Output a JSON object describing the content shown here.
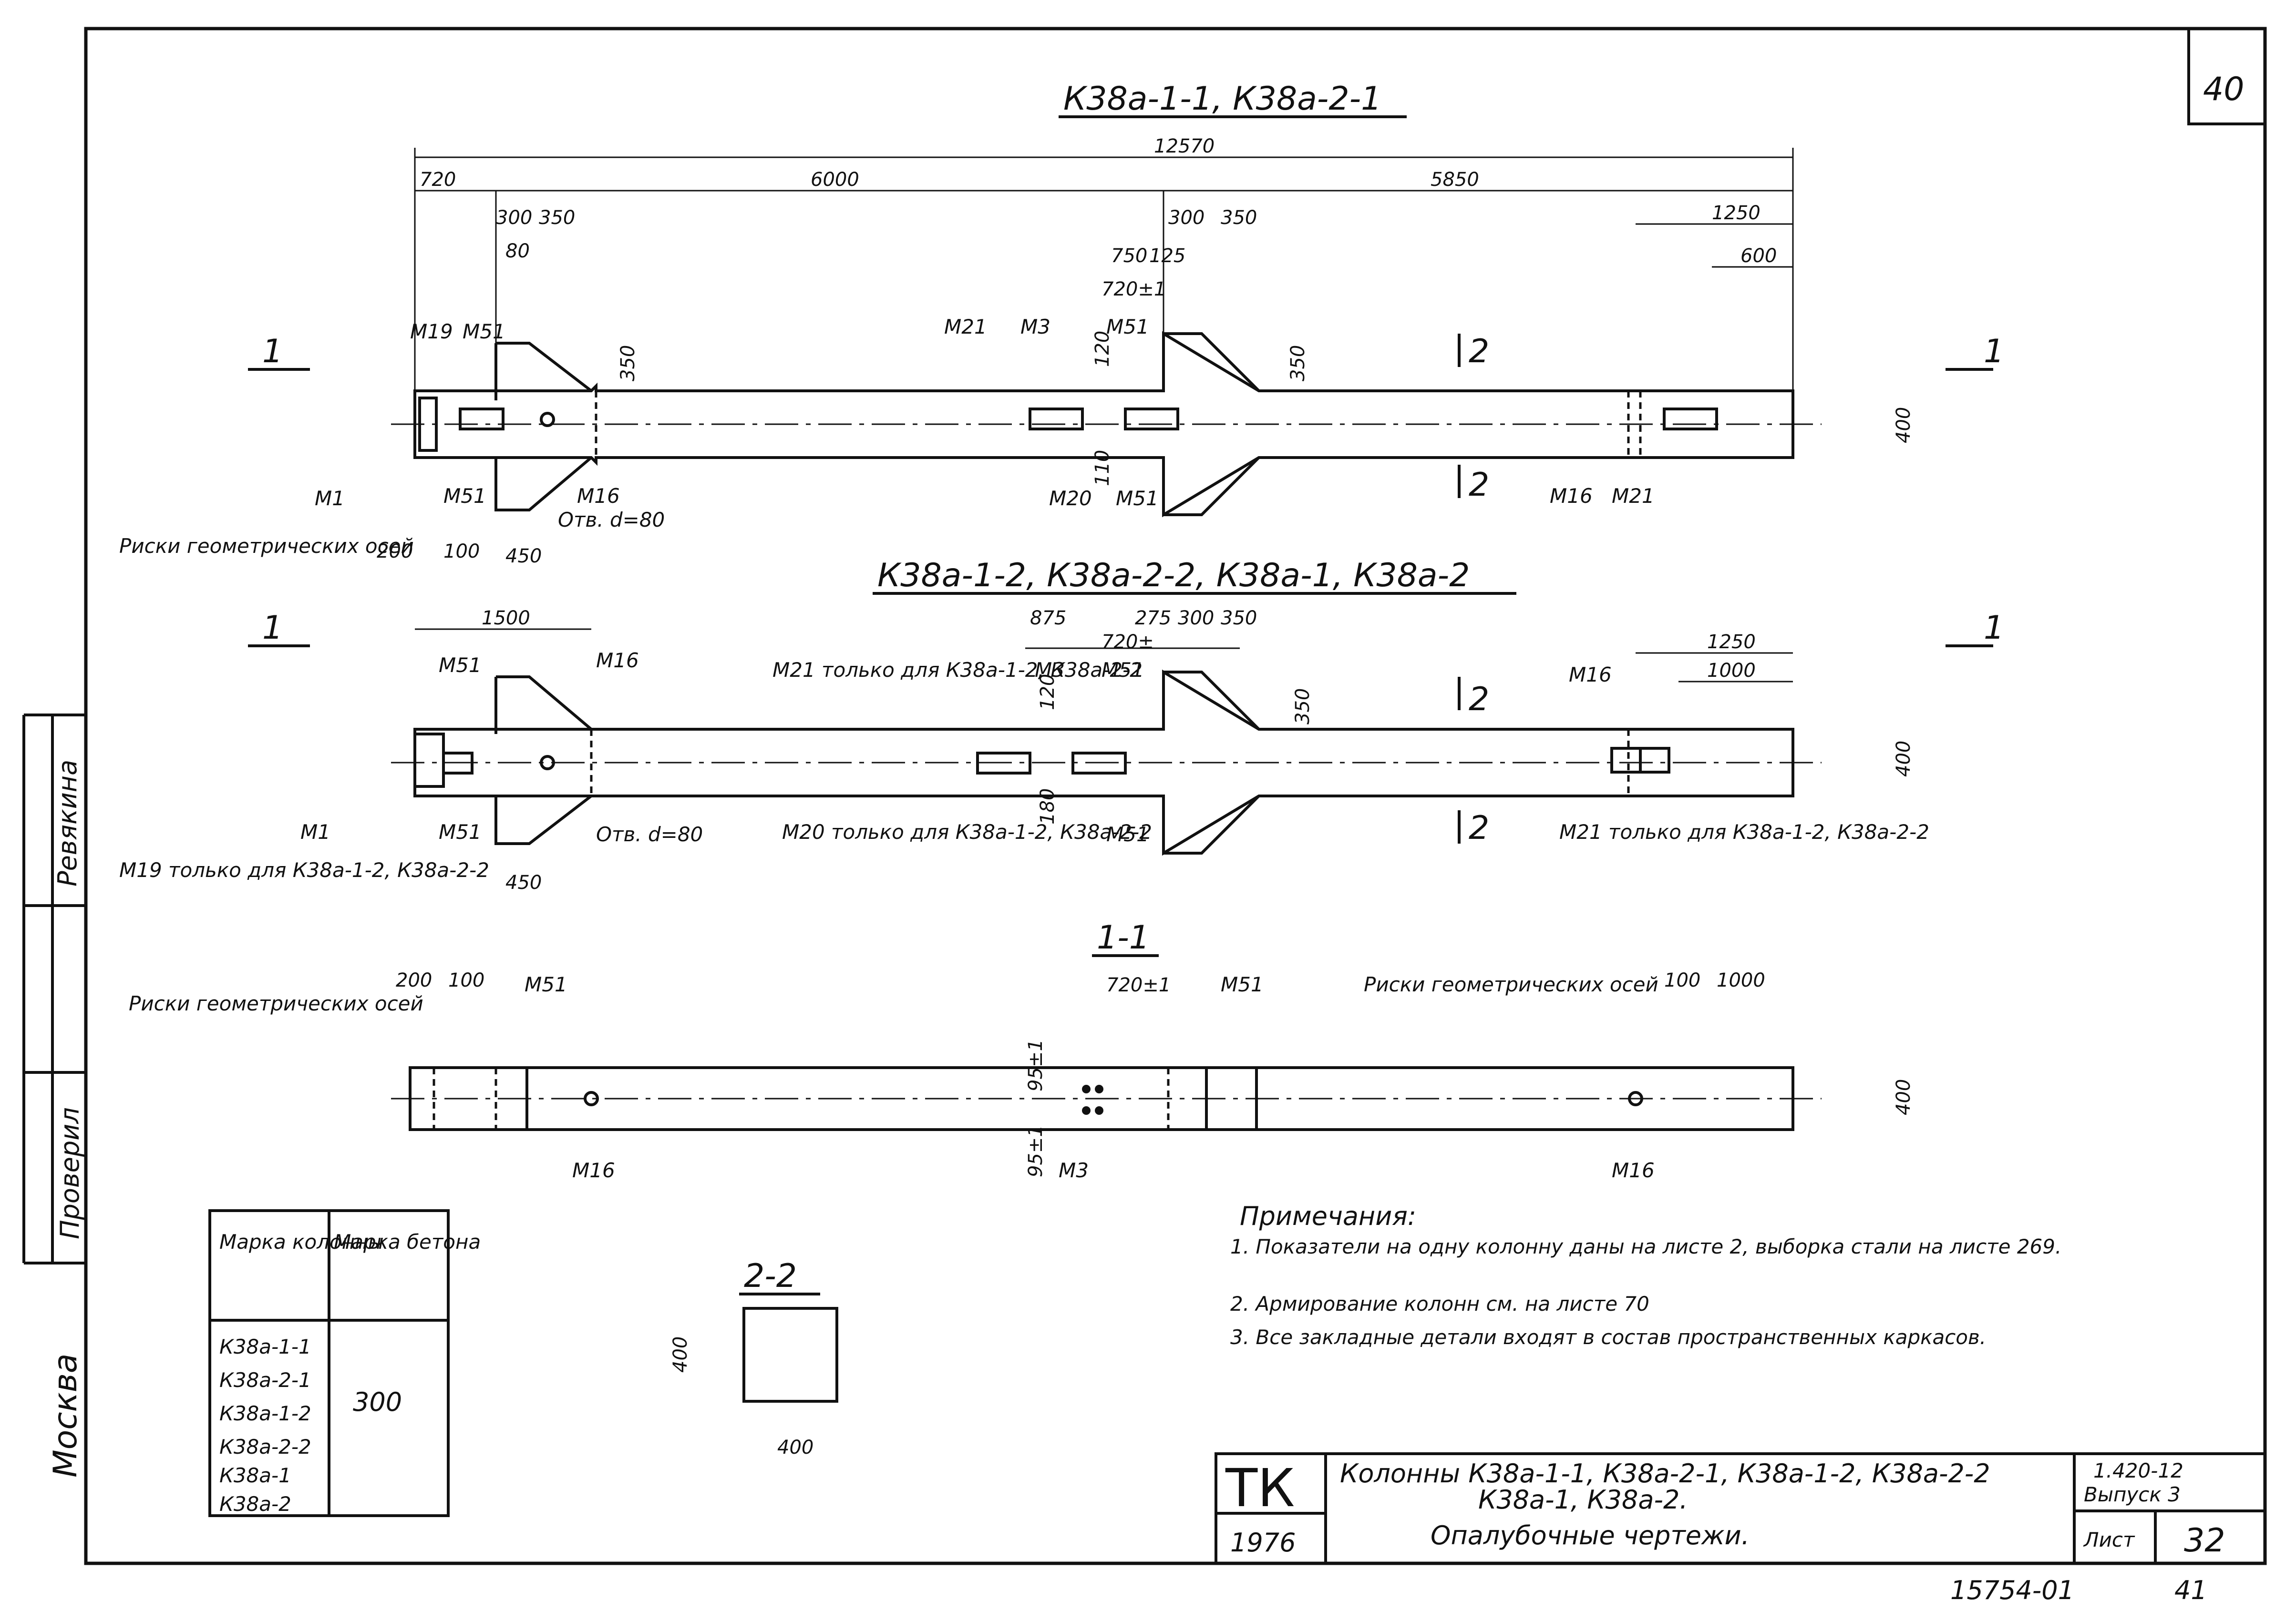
{
  "sheet_number_top": "40",
  "views": {
    "top_title": "К38а-1-1, К38а-2-1",
    "middle_title": "К38а-1-2, К38а-2-2, К38а-1, К38а-2",
    "section11_title": "1-1",
    "section22_title": "2-2"
  },
  "section_marks": {
    "s1": "1",
    "s2": "2"
  },
  "dims_top": {
    "total": "12570",
    "d720": "720",
    "d6000": "6000",
    "d5850": "5850",
    "d300a": "300",
    "d350a": "350",
    "d80": "80",
    "d300b": "300",
    "d350b": "350",
    "d125": "125",
    "d750": "750",
    "d720pm": "720±1",
    "d120": "120",
    "d110": "110",
    "d1250": "1250",
    "d600": "600",
    "d350h1": "350",
    "d350h2": "350",
    "d400": "400",
    "d200": "200",
    "d100": "100",
    "d450": "450"
  },
  "labels_top": {
    "m19": "М19",
    "m51a": "М51",
    "m51b": "М51",
    "m51c": "М51",
    "m51d": "М51",
    "m21": "М21",
    "m3": "М3",
    "m20": "М20",
    "m16a": "М16",
    "m16b": "М16",
    "m21b": "М21",
    "m1": "М1",
    "hole": "Отв. d=80",
    "risks": "Риски геометрических осей"
  },
  "dims_mid": {
    "d1500": "1500",
    "d875": "875",
    "d275": "275",
    "d300": "300",
    "d350": "350",
    "d720pm": "720±",
    "d1250": "1250",
    "d1000": "1000",
    "d350h": "350",
    "d400": "400",
    "d450": "450",
    "d120": "120",
    "d180": "180"
  },
  "labels_mid": {
    "m51a": "М51",
    "m16": "М16",
    "m21note": "М21 только для К38а-1-2, К38а-2-2",
    "m3": "М3",
    "m51b": "М51",
    "m16b": "М16",
    "m1": "М1",
    "m51c": "М51",
    "hole": "Отв. d=80",
    "m20note": "М20 только для К38а-1-2, К38а-2-2",
    "m51d": "М51",
    "m21note2": "М21 только для К38а-1-2, К38а-2-2",
    "m19note": "М19 только для К38а-1-2, К38а-2-2"
  },
  "section11": {
    "d200": "200",
    "d100": "100",
    "m51a": "М51",
    "d720pm": "720±1",
    "m51b": "М51",
    "risks_left": "Риски геометрических осей",
    "risks_right": "Риски геометрических осей",
    "d100b": "100",
    "d1000": "1000",
    "d95a": "95±1",
    "d95b": "95±1",
    "d400": "400",
    "m16a": "М16",
    "m3": "М3",
    "m16b": "М16"
  },
  "section22": {
    "d400v": "400",
    "d400h": "400"
  },
  "table": {
    "h1": "Марка колонны",
    "h2": "Марка бетона",
    "rows": [
      "К38а-1-1",
      "К38а-2-1",
      "К38а-1-2",
      "К38а-2-2",
      "К38а-1",
      "К38а-2"
    ],
    "concrete": "300"
  },
  "notes": {
    "title": "Примечания:",
    "n1": "1. Показатели на одну колонну даны на листе 2, выборка стали на листе 269.",
    "n2": "2. Армирование колонн см. на листе 70",
    "n3": "3. Все закладные детали входят в состав пространственных каркасов."
  },
  "title_block": {
    "org": "ТК",
    "year": "1976",
    "name_line1": "Колонны К38а-1-1, К38а-2-1, К38а-1-2, К38а-2-2",
    "name_line2": "К38а-1, К38а-2.",
    "drawing_type": "Опалубочные чертежи.",
    "series": "1.420-12",
    "issue": "Выпуск 3",
    "sheet_label": "Лист",
    "sheet_no": "32"
  },
  "side_stamp": {
    "city": "Москва",
    "checked": "Проверил",
    "name": "Ревякина"
  },
  "bottom": {
    "inv": "15754-01",
    "page": "41"
  }
}
